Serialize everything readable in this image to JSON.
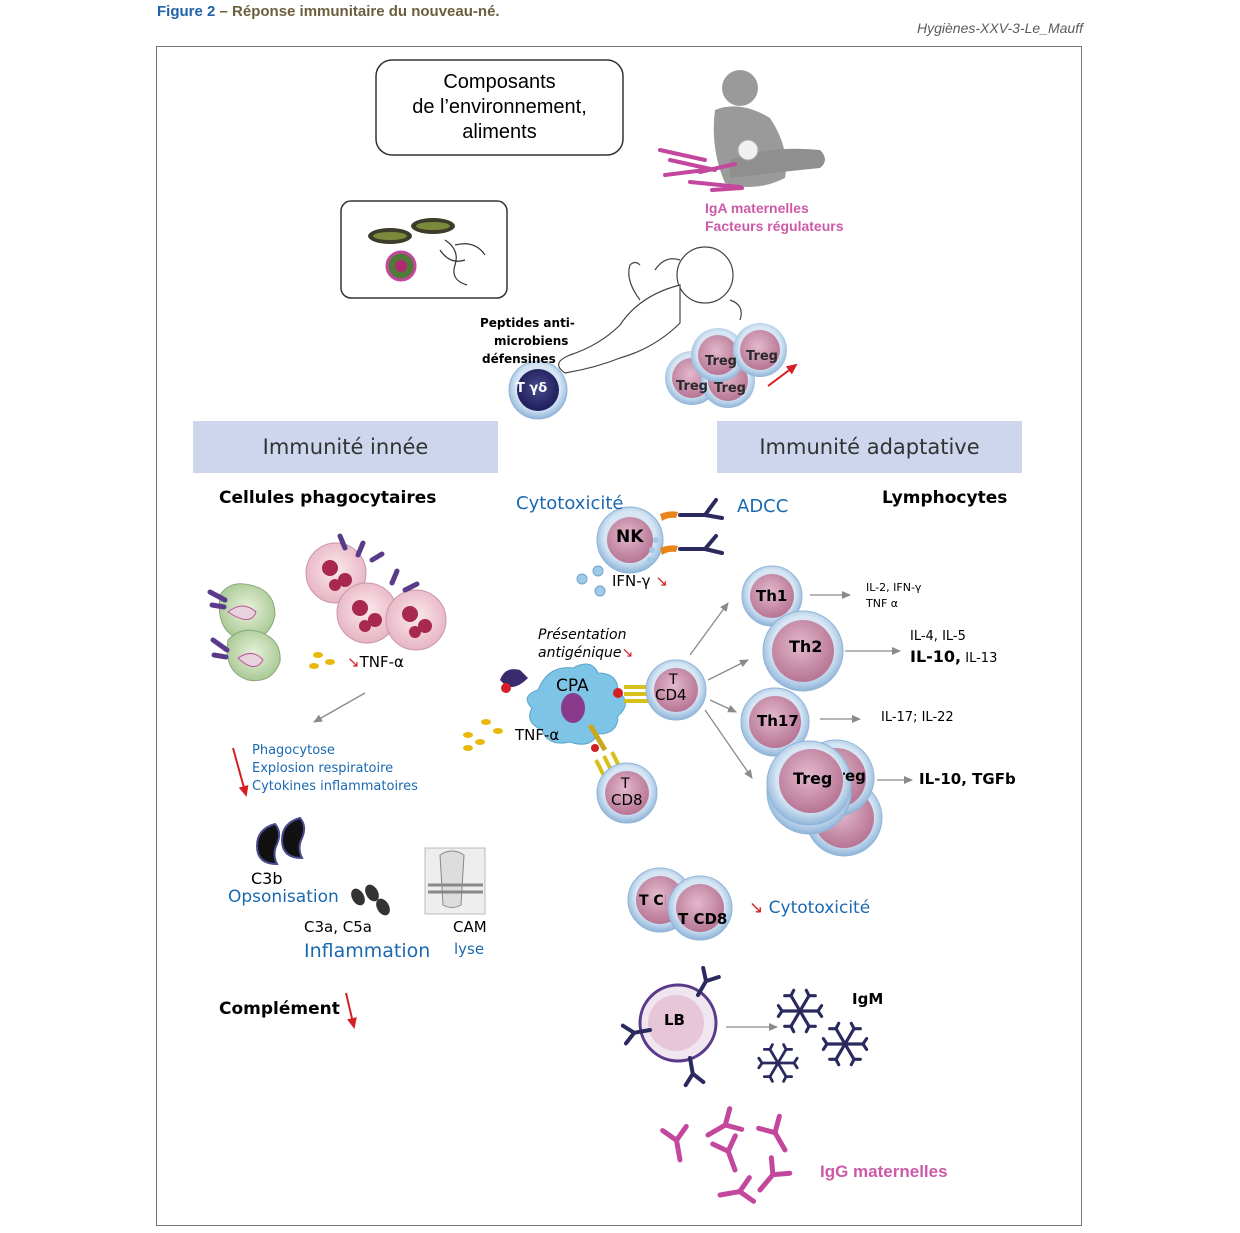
{
  "figure": {
    "number": "Figure 2",
    "title": " – Réponse immunitaire du nouveau-né.",
    "credit": "Hygiènes-XXV-3-Le_Mauff"
  },
  "environment": {
    "line1": "Composants",
    "line2": "de l’environnement,",
    "line3": "aliments"
  },
  "maternal": {
    "iga": "IgA maternelles",
    "factors": "Facteurs régulateurs",
    "igg": "IgG maternelles"
  },
  "newborn": {
    "peptides_1": "Peptides anti-",
    "peptides_2": "microbiens",
    "peptides_3": "défensines",
    "tgd": "T γδ",
    "treg": "Treg"
  },
  "innate": {
    "header": "Immunité innée",
    "phagocytes": "Cellules phagocytaires",
    "tnf": "TNF-α",
    "effects": [
      "Phagocytose",
      "Explosion respiratoire",
      "Cytokines inflammatoires"
    ],
    "c3b": "C3b",
    "opsonisation": "Opsonisation",
    "c3a": "C3a, C5a",
    "inflammation": "Inflammation",
    "cam": "CAM",
    "lyse": "lyse",
    "complement": "Complément"
  },
  "center": {
    "cytotox": "Cytotoxicité",
    "adcc": "ADCC",
    "nk": "NK",
    "ifn": "IFN-γ",
    "presentation_1": "Présentation",
    "presentation_2": "antigénique",
    "cpa": "CPA",
    "tnf": "TNF-α",
    "t": "T",
    "cd4": "CD4",
    "cd8": "CD8"
  },
  "adaptive": {
    "header": "Immunité adaptative",
    "lymphocytes": "Lymphocytes",
    "th1": "Th1",
    "th1_cyt_1": "IL-2, IFN-γ",
    "th1_cyt_2": "TNF α",
    "th2": "Th2",
    "th2_cyt_1": "IL-4, IL-5",
    "th2_cyt_2a": "IL-10,",
    "th2_cyt_2b": " IL-13",
    "th17": "Th17",
    "th17_cyt": "IL-17; IL-22",
    "treg": "Treg",
    "treg_cyt": "IL-10, TGFb",
    "tcd8_back": "T CD",
    "tcd8": "T CD8",
    "cytotox": "Cytotoxicité",
    "lb": "LB",
    "igm": "IgM"
  },
  "colors": {
    "header_bg": "#cdd6ec",
    "blue_text": "#1a69b0",
    "pink_text": "#cc5aa8",
    "cell_fill": "#c98aa5",
    "cell_halo": "#c6dbef",
    "antibody": "#2a2a5e",
    "down_arrow": "#d41f26"
  }
}
